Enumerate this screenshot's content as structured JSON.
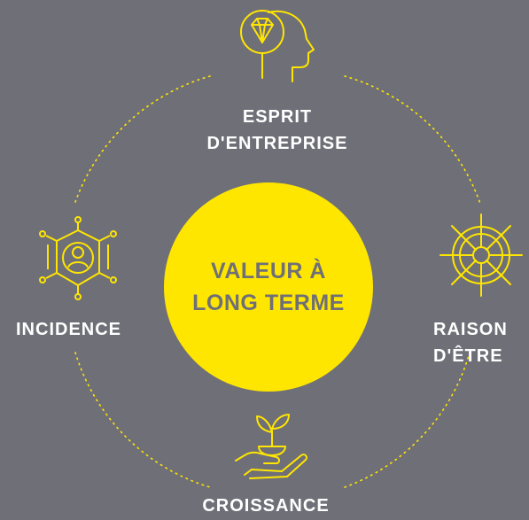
{
  "theme": {
    "background": "#6f6f78",
    "accent": "#ffe600",
    "label_color": "#ffffff",
    "center_text_color": "#6f6f78"
  },
  "center": {
    "line1": "VALEUR À",
    "line2": "LONG TERME"
  },
  "nodes": {
    "top": {
      "line1": "ESPRIT",
      "line2": "D'ENTREPRISE",
      "icon": "head-diamond-icon"
    },
    "left": {
      "line1": "INCIDENCE",
      "icon": "user-network-icon"
    },
    "right": {
      "line1": "RAISON",
      "line2": "D'ÊTRE",
      "icon": "ship-wheel-icon"
    },
    "bottom": {
      "line1": "CROISSANCE",
      "icon": "hand-sprout-icon"
    }
  }
}
